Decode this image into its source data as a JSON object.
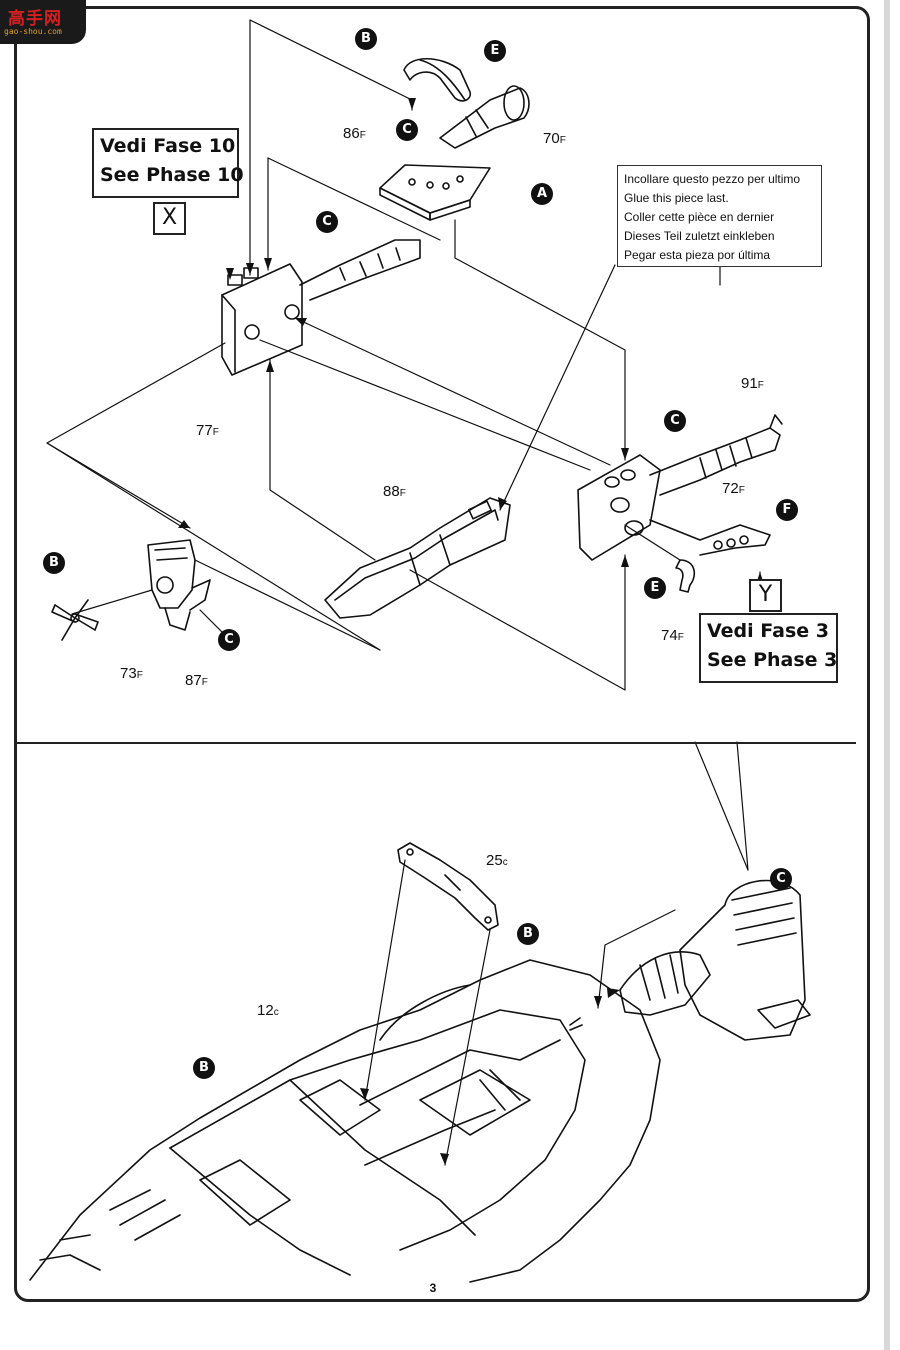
{
  "watermark": {
    "site_name": "高手网",
    "site_url": "gao-shou.com"
  },
  "references": {
    "top_left": {
      "line1": "Vedi Fase 10",
      "line2": "See Phase 10",
      "marker": "X"
    },
    "bottom_right": {
      "line1": "Vedi Fase 3",
      "line2": "See Phase 3",
      "marker": "Y"
    }
  },
  "glue_note": {
    "lines": [
      "Incollare questo pezzo per ultimo",
      "Glue this piece last.",
      "Coller cette pièce en dernier",
      "Dieses Teil zuletzt einkleben",
      "Pegar esta pieza por última"
    ]
  },
  "parts": {
    "p86": {
      "num": "86",
      "sub": "F"
    },
    "p70": {
      "num": "70",
      "sub": "F"
    },
    "p77": {
      "num": "77",
      "sub": "F"
    },
    "p91": {
      "num": "91",
      "sub": "F"
    },
    "p72": {
      "num": "72",
      "sub": "F"
    },
    "p88": {
      "num": "88",
      "sub": "F"
    },
    "p74": {
      "num": "74",
      "sub": "F"
    },
    "p73": {
      "num": "73",
      "sub": "F"
    },
    "p87": {
      "num": "87",
      "sub": "F"
    },
    "p25": {
      "num": "25",
      "sub": "c"
    },
    "p12": {
      "num": "12",
      "sub": "c"
    }
  },
  "badges": {
    "b1": "B",
    "e1": "E",
    "c1": "C",
    "a1": "A",
    "c2": "C",
    "c3": "C",
    "f1": "F",
    "e2": "E",
    "b2": "B",
    "c4": "C",
    "c5": "C",
    "b3": "B",
    "b4": "B"
  },
  "page_number": "3"
}
